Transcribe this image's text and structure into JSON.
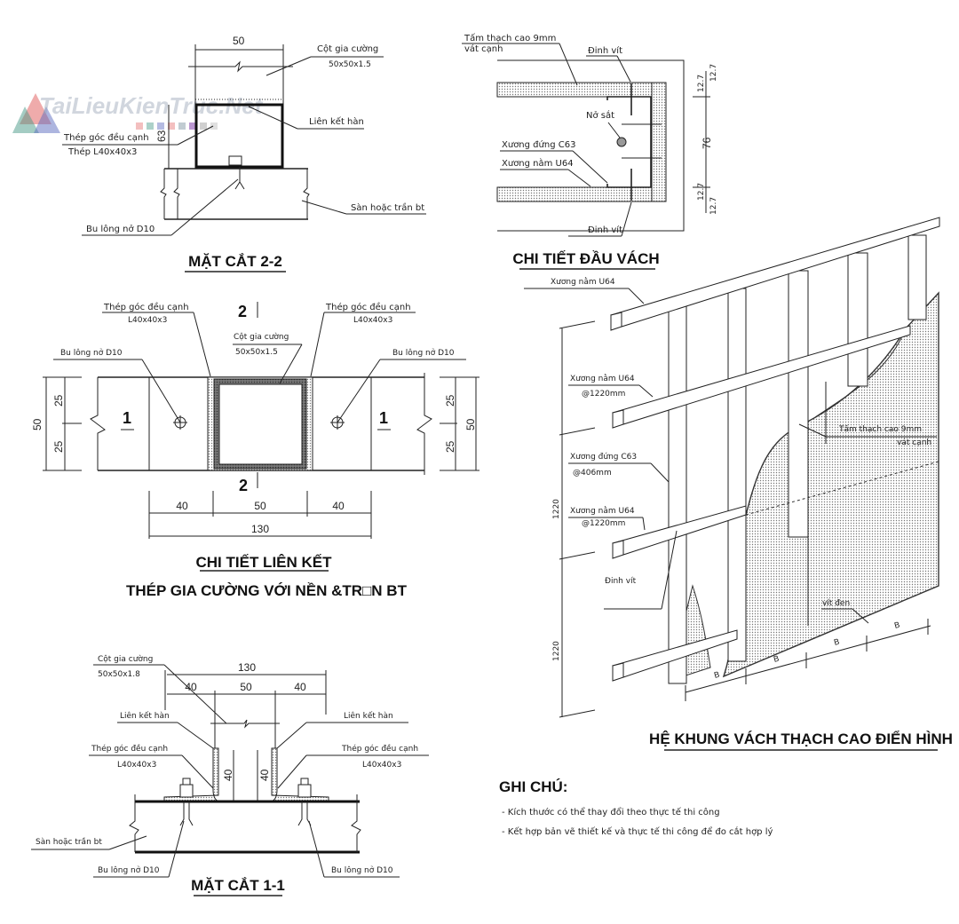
{
  "watermark": "TaiLieuKienTruc.Net",
  "section_2_2": {
    "title": "MẶT CẮT 2-2",
    "dim_width": "50",
    "dim_height": "63",
    "label_column": "Cột gia cường",
    "label_column_size": "50x50x1.5",
    "label_weld": "Liên kết hàn",
    "label_angle": "Thép góc đều cạnh",
    "label_angle_size": "Thép L40x40x3",
    "label_slab": "Sàn hoặc trần bt",
    "label_bolt": "Bu lông nở D10"
  },
  "wall_end_detail": {
    "title": "CHI TIẾT ĐẦU VÁCH",
    "label_board": "Tấm thạch cao  9mm",
    "label_board_2": "vát cạnh",
    "label_screw_top": "Đinh vít",
    "label_anchor": "Nở sắt",
    "label_stud": "Xương đứng C63",
    "label_track": "Xương nằm U64",
    "label_screw_bottom": "Đinh vít",
    "dims": [
      "12.7",
      "12.7",
      "76",
      "12.7",
      "12.7"
    ]
  },
  "connection_detail": {
    "title_1": "CHI TIẾT LIÊN KẾT",
    "title_2": "THÉP GIA CƯỜNG VỚI NỀN &TR□N BT",
    "label_angle_left": "Thép góc đều cạnh",
    "label_angle_left_size": "L40x40x3",
    "label_angle_right": "Thép góc đều cạnh",
    "label_angle_right_size": "L40x40x3",
    "label_column": "Cột gia cường",
    "label_column_size": "50x50x1.5",
    "label_bolt_left": "Bu lông nở D10",
    "label_bolt_right": "Bu lông nở D10",
    "section_mark_1": "1",
    "section_mark_2": "2",
    "dim_total_height": "50",
    "dim_half": "25",
    "dim_bottom": [
      "40",
      "50",
      "40"
    ],
    "dim_overall": "130"
  },
  "section_1_1": {
    "title": "MẶT CẮT 1-1",
    "label_column": "Cột gia cường",
    "label_column_size": "50x50x1.8",
    "dim_overall": "130",
    "dims": [
      "40",
      "50",
      "40"
    ],
    "label_weld_left": "Liên kết hàn",
    "label_weld_right": "Liên kết hàn",
    "label_angle_left": "Thép góc đều cạnh",
    "label_angle_left_size": "L40x40x3",
    "label_angle_right": "Thép góc đều cạnh",
    "label_angle_right_size": "L40x40x3",
    "dim_leg": "40",
    "label_slab": "Sàn hoặc trần bt",
    "label_bolt_left": "Bu lông nở D10",
    "label_bolt_right": "Bu lông nở D10"
  },
  "frame_system": {
    "title": "HỆ KHUNG VÁCH THẠCH CAO ĐIỂN HÌNH",
    "label_top_track": "Xương nằm U64",
    "label_mid_track": "Xương nằm U64",
    "label_mid_track_spacing": "@1220mm",
    "label_stud": "Xương đứng C63",
    "label_stud_spacing": "@406mm",
    "label_low_track": "Xương nằm U64",
    "label_low_track_spacing": "@1220mm",
    "label_screw": "Đinh vít",
    "label_board": "Tấm thạch cao  9mm",
    "label_board_2": "vát cạnh",
    "label_black_screw": "vít đen",
    "dim_height": [
      "1220",
      "1220"
    ],
    "spacing_label": "B"
  },
  "notes": {
    "title": "GHI CHÚ:",
    "items": [
      "- Kích thước có thể thay đổi theo thực tế thi công",
      "- Kết hợp bản vẽ thiết kế và thực tế thi công để đo cắt hợp lý"
    ]
  }
}
